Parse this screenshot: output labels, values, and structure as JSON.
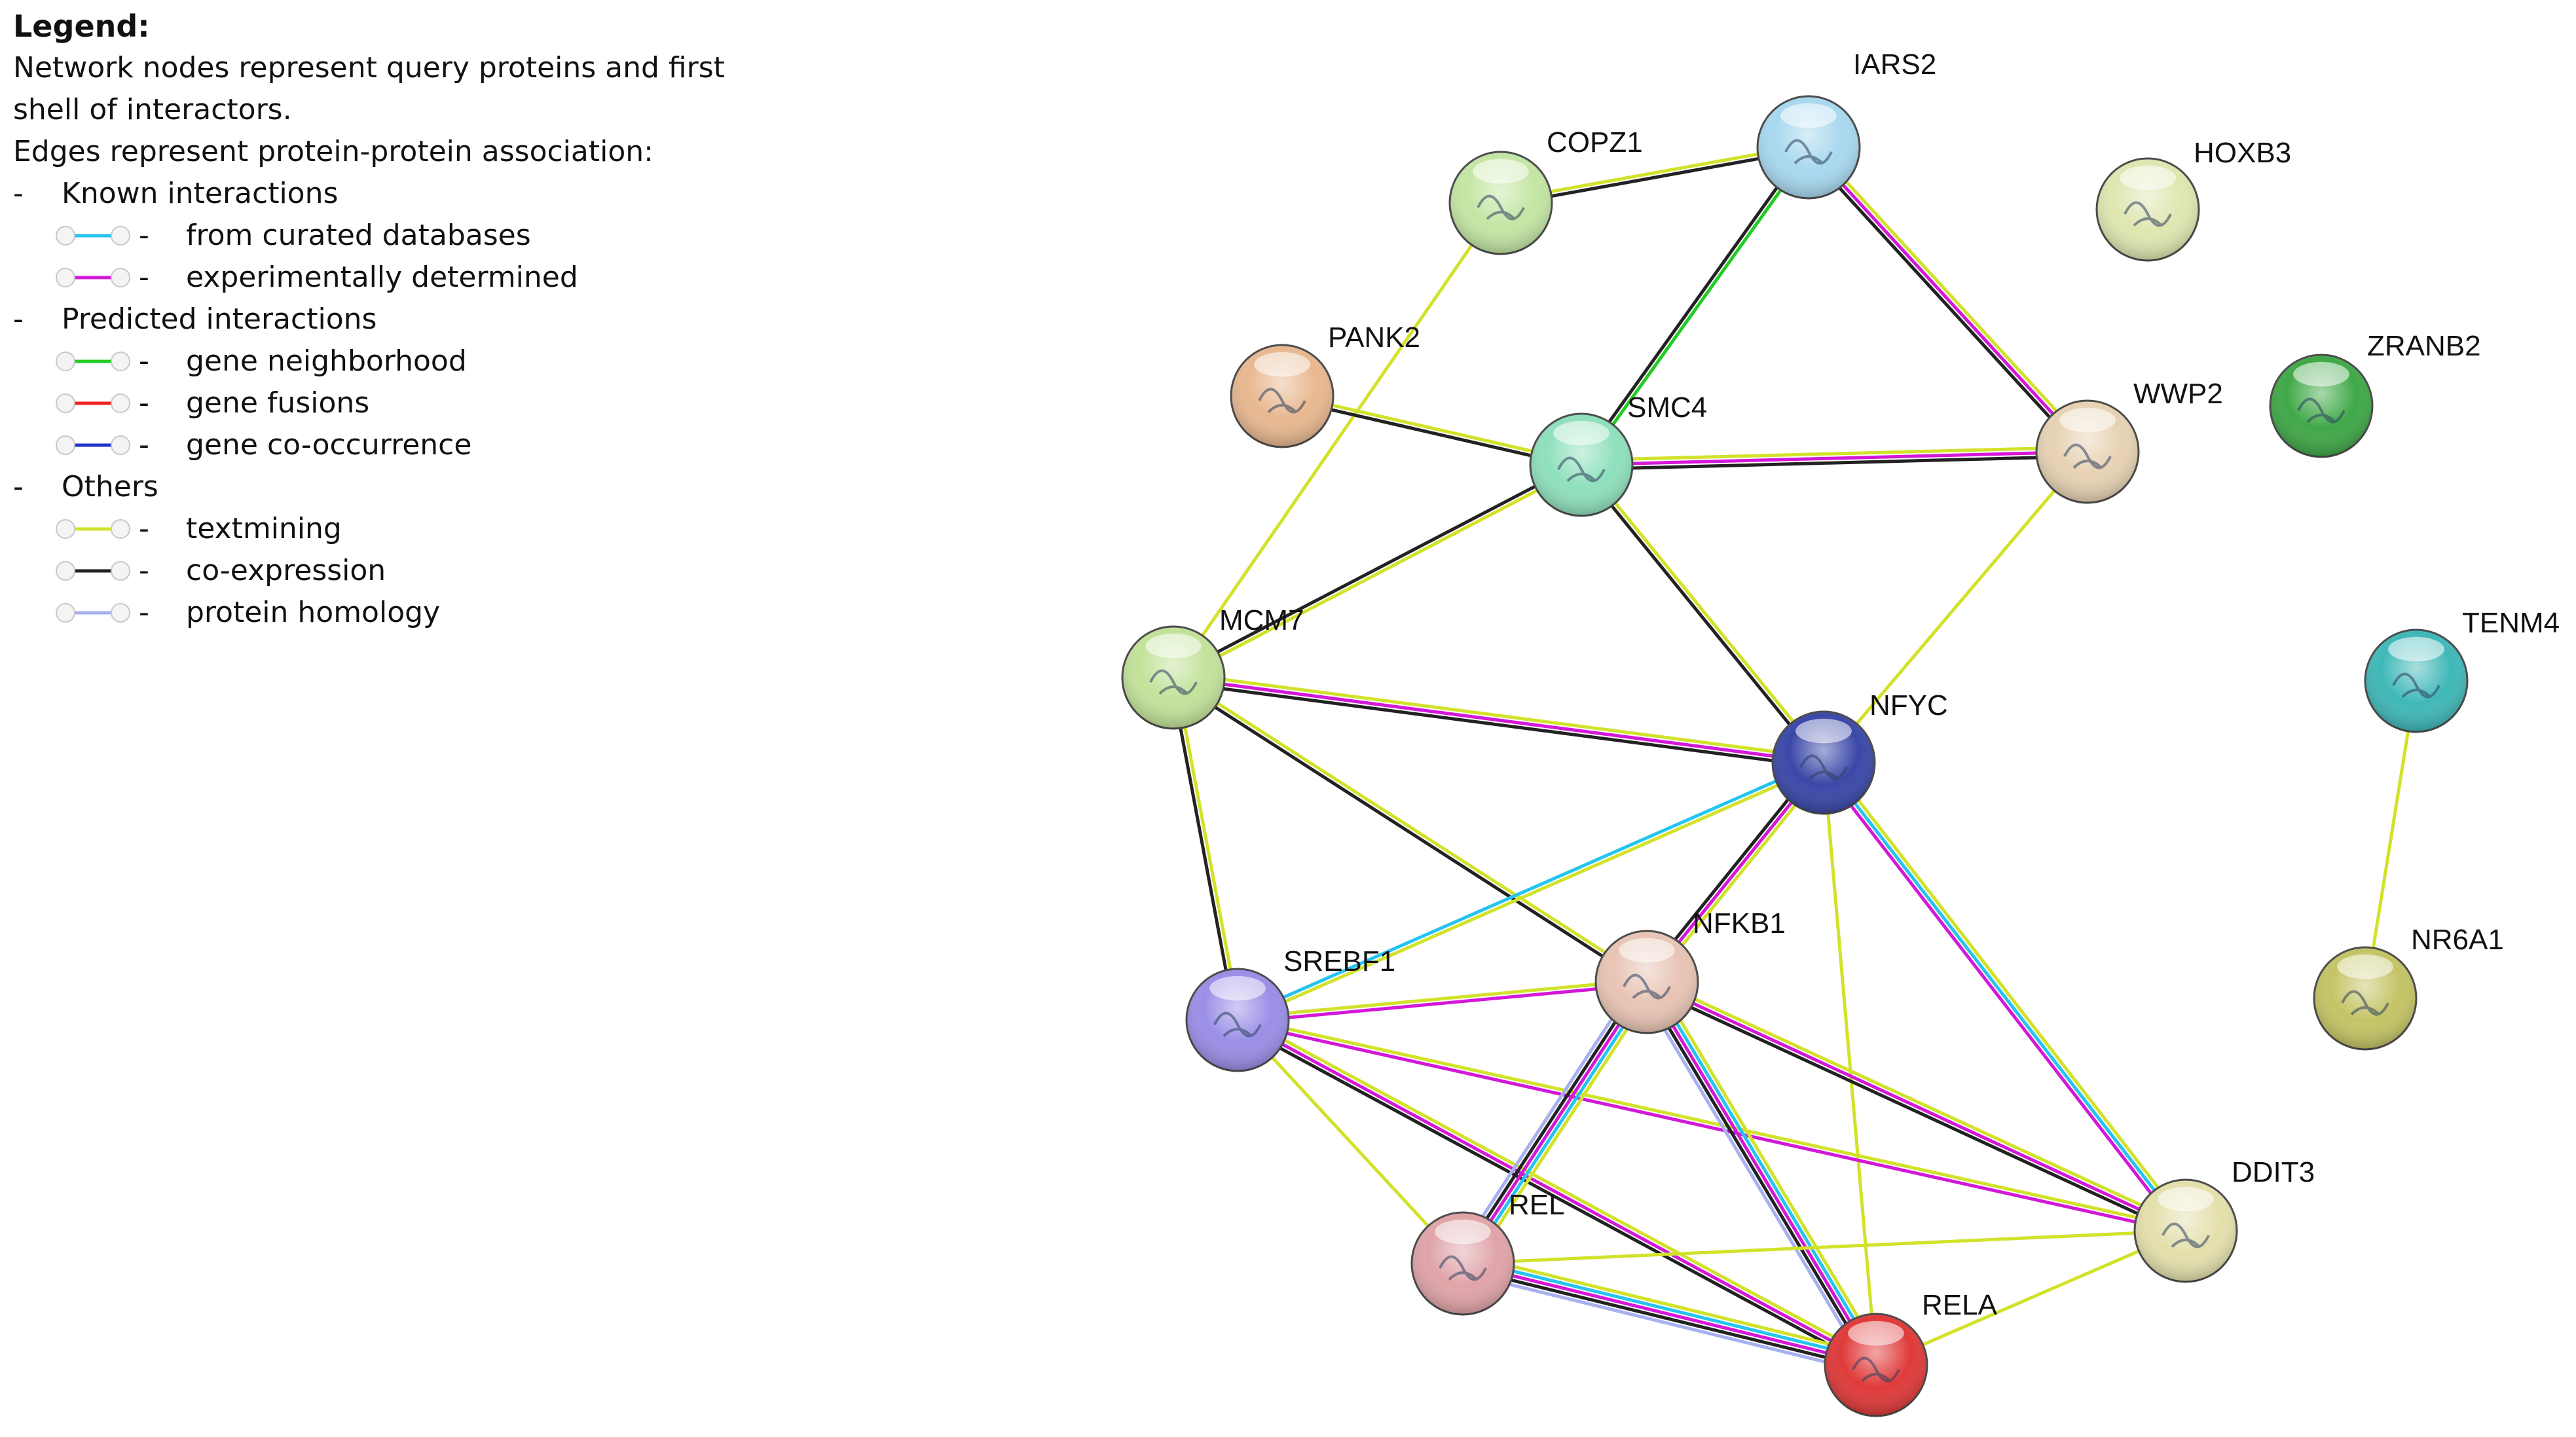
{
  "legend": {
    "title": "Legend:",
    "line1": "Network nodes represent query proteins and first",
    "line2": "shell of interactors.",
    "line3": "Edges represent protein-protein association:",
    "dash": "-",
    "known_title": "Known interactions",
    "predicted_title": "Predicted interactions",
    "others_title": "Others",
    "items": [
      {
        "key": "curated",
        "label": "from curated databases",
        "color": "#25c4f0"
      },
      {
        "key": "experimental",
        "label": "experimentally determined",
        "color": "#d318d7"
      },
      {
        "key": "neighborhood",
        "label": "gene neighborhood",
        "color": "#22cc22"
      },
      {
        "key": "fusion",
        "label": "gene fusions",
        "color": "#ee2222"
      },
      {
        "key": "cooccurrence",
        "label": "gene co-occurrence",
        "color": "#2233cc"
      },
      {
        "key": "textmining",
        "label": "textmining",
        "color": "#d2e22a"
      },
      {
        "key": "coexpression",
        "label": "co-expression",
        "color": "#222222"
      },
      {
        "key": "homology",
        "label": "protein homology",
        "color": "#a9b0f0"
      }
    ]
  },
  "nodes": [
    {
      "id": "IARS2",
      "color": "#a8d8ef"
    },
    {
      "id": "COPZ1",
      "color": "#c4e6a4"
    },
    {
      "id": "HOXB3",
      "color": "#dfe6b0"
    },
    {
      "id": "PANK2",
      "color": "#e8b890"
    },
    {
      "id": "SMC4",
      "color": "#8fe0bc"
    },
    {
      "id": "WWP2",
      "color": "#e7d2b3"
    },
    {
      "id": "ZRANB2",
      "color": "#40a848"
    },
    {
      "id": "TENM4",
      "color": "#40b8b8"
    },
    {
      "id": "MCM7",
      "color": "#c2e29a"
    },
    {
      "id": "NFYC",
      "color": "#3a48a8"
    },
    {
      "id": "NFKB1",
      "color": "#e8c4b4"
    },
    {
      "id": "SREBF1",
      "color": "#9a8ee6"
    },
    {
      "id": "NR6A1",
      "color": "#c4c466"
    },
    {
      "id": "DDIT3",
      "color": "#e4e0ac"
    },
    {
      "id": "REL",
      "color": "#e0a4a8"
    },
    {
      "id": "RELA",
      "color": "#e03a3a"
    }
  ],
  "edges": [
    {
      "a": "COPZ1",
      "b": "IARS2",
      "types": [
        "textmining",
        "coexpression"
      ]
    },
    {
      "a": "COPZ1",
      "b": "MCM7",
      "types": [
        "textmining"
      ]
    },
    {
      "a": "IARS2",
      "b": "SMC4",
      "types": [
        "neighborhood",
        "coexpression"
      ]
    },
    {
      "a": "IARS2",
      "b": "WWP2",
      "types": [
        "textmining",
        "experimental",
        "coexpression"
      ]
    },
    {
      "a": "PANK2",
      "b": "SMC4",
      "types": [
        "textmining",
        "coexpression"
      ]
    },
    {
      "a": "SMC4",
      "b": "WWP2",
      "types": [
        "textmining",
        "experimental",
        "coexpression"
      ]
    },
    {
      "a": "SMC4",
      "b": "MCM7",
      "types": [
        "textmining",
        "coexpression"
      ]
    },
    {
      "a": "SMC4",
      "b": "NFYC",
      "types": [
        "textmining",
        "coexpression"
      ]
    },
    {
      "a": "WWP2",
      "b": "NFYC",
      "types": [
        "textmining"
      ]
    },
    {
      "a": "MCM7",
      "b": "NFYC",
      "types": [
        "textmining",
        "experimental",
        "coexpression"
      ]
    },
    {
      "a": "MCM7",
      "b": "SREBF1",
      "types": [
        "textmining",
        "coexpression"
      ]
    },
    {
      "a": "MCM7",
      "b": "NFKB1",
      "types": [
        "textmining",
        "coexpression"
      ]
    },
    {
      "a": "NFYC",
      "b": "SREBF1",
      "types": [
        "textmining",
        "curated"
      ]
    },
    {
      "a": "NFYC",
      "b": "NFKB1",
      "types": [
        "textmining",
        "experimental",
        "coexpression"
      ]
    },
    {
      "a": "NFYC",
      "b": "DDIT3",
      "types": [
        "textmining",
        "curated",
        "experimental"
      ]
    },
    {
      "a": "NFYC",
      "b": "RELA",
      "types": [
        "textmining"
      ]
    },
    {
      "a": "SREBF1",
      "b": "NFKB1",
      "types": [
        "textmining",
        "experimental"
      ]
    },
    {
      "a": "SREBF1",
      "b": "DDIT3",
      "types": [
        "textmining",
        "experimental"
      ]
    },
    {
      "a": "SREBF1",
      "b": "REL",
      "types": [
        "textmining"
      ]
    },
    {
      "a": "SREBF1",
      "b": "RELA",
      "types": [
        "textmining",
        "experimental",
        "coexpression"
      ]
    },
    {
      "a": "NFKB1",
      "b": "DDIT3",
      "types": [
        "textmining",
        "experimental",
        "coexpression"
      ]
    },
    {
      "a": "NFKB1",
      "b": "REL",
      "types": [
        "textmining",
        "curated",
        "experimental",
        "coexpression",
        "homology"
      ]
    },
    {
      "a": "NFKB1",
      "b": "RELA",
      "types": [
        "textmining",
        "curated",
        "experimental",
        "coexpression",
        "homology"
      ]
    },
    {
      "a": "REL",
      "b": "RELA",
      "types": [
        "textmining",
        "curated",
        "experimental",
        "coexpression",
        "homology"
      ]
    },
    {
      "a": "REL",
      "b": "DDIT3",
      "types": [
        "textmining"
      ]
    },
    {
      "a": "RELA",
      "b": "DDIT3",
      "types": [
        "textmining"
      ]
    },
    {
      "a": "TENM4",
      "b": "NR6A1",
      "types": [
        "textmining"
      ]
    }
  ]
}
